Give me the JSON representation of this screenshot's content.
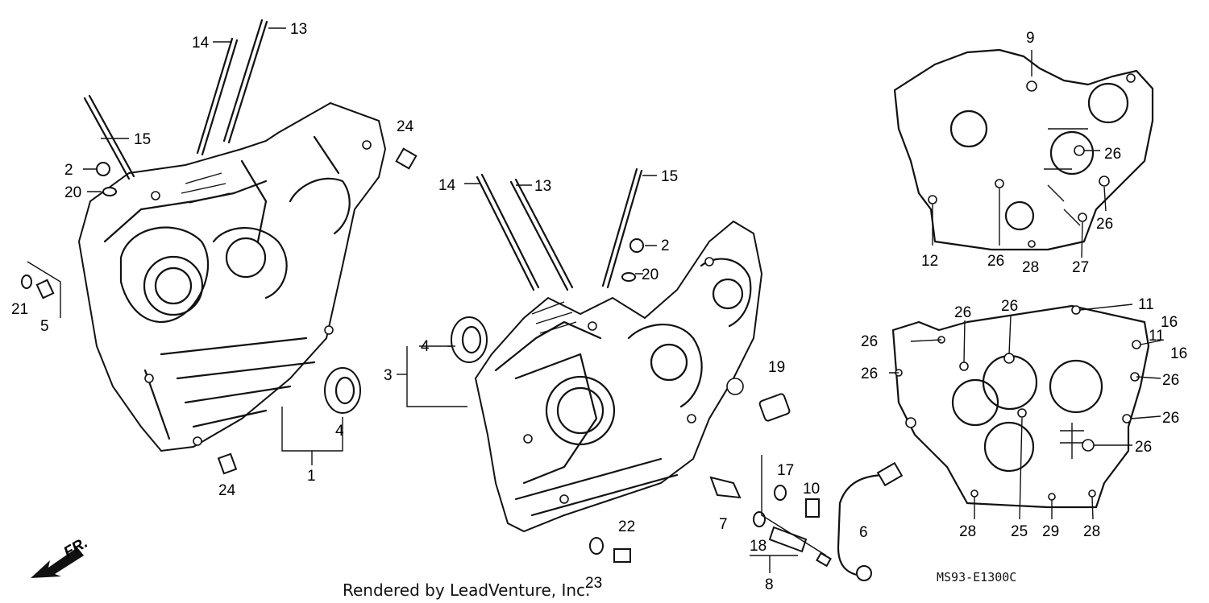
{
  "credit": "Rendered by LeadVenture, Inc.",
  "diagram_code": "MS93-E1300C",
  "front_arrow_label": "FR.",
  "callouts": {
    "c1": "1",
    "c2a": "2",
    "c2b": "2",
    "c3": "3",
    "c4a": "4",
    "c4b": "4",
    "c5": "5",
    "c6": "6",
    "c7": "7",
    "c8": "8",
    "c9": "9",
    "c10": "10",
    "c11a": "11",
    "c11b": "11",
    "c12": "12",
    "c13a": "13",
    "c13b": "13",
    "c14a": "14",
    "c14b": "14",
    "c15a": "15",
    "c15b": "15",
    "c16a": "16",
    "c16b": "16",
    "c17": "17",
    "c18": "18",
    "c19": "19",
    "c20a": "20",
    "c20b": "20",
    "c21": "21",
    "c22": "22",
    "c23": "23",
    "c24a": "24",
    "c24b": "24",
    "c25": "25",
    "c26a": "26",
    "c26b": "26",
    "c26c": "26",
    "c26d": "26",
    "c26e": "26",
    "c26f": "26",
    "c26g": "26",
    "c26h": "26",
    "c26i": "26",
    "c26j": "26",
    "c27": "27",
    "c28a": "28",
    "c28b": "28",
    "c28c": "28",
    "c29": "29"
  }
}
